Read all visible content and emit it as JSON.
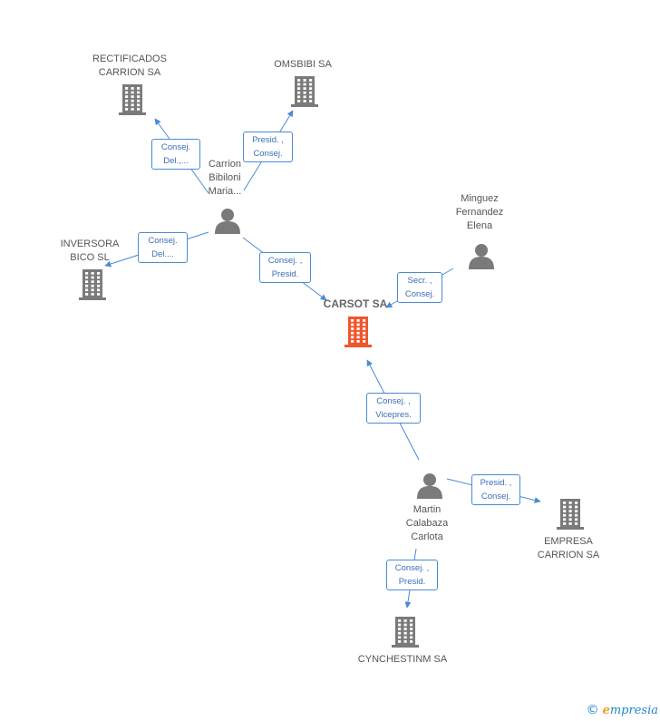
{
  "colors": {
    "edge": "#4a8bd6",
    "node_company": "#7a7a7a",
    "node_main": "#f0562a",
    "node_person": "#7a7a7a"
  },
  "nodes": [
    {
      "id": "carsot",
      "type": "company",
      "main": true,
      "label": "CARSOT SA",
      "icon": "building-icon"
    },
    {
      "id": "rectificados",
      "type": "company",
      "label": "RECTIFICADOS\nCARRION SA",
      "icon": "building-icon"
    },
    {
      "id": "omsbibi",
      "type": "company",
      "label": "OMSBIBI SA",
      "icon": "building-icon"
    },
    {
      "id": "inversora",
      "type": "company",
      "label": "INVERSORA\nBICO SL",
      "icon": "building-icon"
    },
    {
      "id": "empresa",
      "type": "company",
      "label": "EMPRESA\nCARRION SA",
      "icon": "building-icon"
    },
    {
      "id": "cynchestinm",
      "type": "company",
      "label": "CYNCHESTINM SA",
      "icon": "building-icon"
    },
    {
      "id": "carrion",
      "type": "person",
      "label": "Carrion\nBibiloni\nMaria...",
      "icon": "person-icon"
    },
    {
      "id": "minguez",
      "type": "person",
      "label": "Minguez\nFernandez\nElena",
      "icon": "person-icon"
    },
    {
      "id": "martin",
      "type": "person",
      "label": "Martin\nCalabaza\nCarlota",
      "icon": "person-icon"
    }
  ],
  "edges": [
    {
      "from": "carrion",
      "to": "rectificados",
      "label": "Consej.\nDel.,..."
    },
    {
      "from": "carrion",
      "to": "omsbibi",
      "label": "Presid. ,\nConsej."
    },
    {
      "from": "carrion",
      "to": "inversora",
      "label": "Consej.\nDel...."
    },
    {
      "from": "carrion",
      "to": "carsot",
      "label": "Consej. ,\nPresid."
    },
    {
      "from": "minguez",
      "to": "carsot",
      "label": "Secr. ,\nConsej."
    },
    {
      "from": "martin",
      "to": "carsot",
      "label": "Consej. ,\nVicepres."
    },
    {
      "from": "martin",
      "to": "empresa",
      "label": "Presid. ,\nConsej."
    },
    {
      "from": "martin",
      "to": "cynchestinm",
      "label": "Consej. ,\nPresid."
    }
  ],
  "watermark": {
    "symbol": "©",
    "brand_initial": "e",
    "brand_rest": "mpresia"
  }
}
